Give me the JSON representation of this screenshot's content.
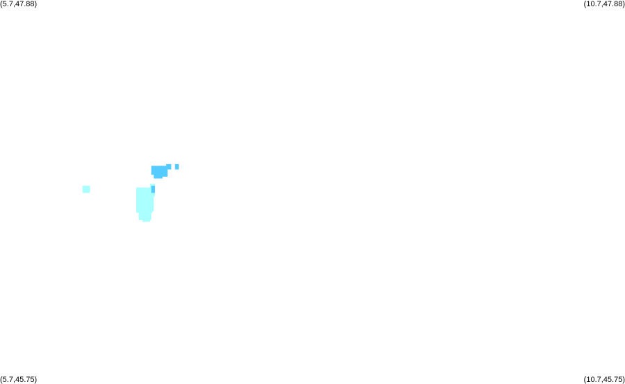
{
  "corners": {
    "top_left": "(5.7,47.88)",
    "top_right": "(10.7,47.88)",
    "bottom_left": "(5.7,45.75)",
    "bottom_right": "(10.7,45.75)"
  },
  "extent": {
    "lon_min": 5.7,
    "lon_max": 10.7,
    "lat_min": 45.75,
    "lat_max": 47.88
  },
  "colors": {
    "pale_cyan": "#aaffff",
    "sky_blue": "#55ccff"
  },
  "clusters": [
    {
      "color": "#aaffff",
      "cells": [
        [
          6.36,
          46.85,
          6.42,
          46.81
        ]
      ]
    },
    {
      "color": "#aaffff",
      "cells": [
        [
          6.79,
          46.84,
          6.92,
          46.7
        ],
        [
          6.81,
          46.81,
          6.91,
          46.66
        ],
        [
          6.84,
          46.72,
          6.9,
          46.65
        ],
        [
          6.88,
          46.82,
          6.93,
          46.71
        ],
        [
          6.9,
          46.86,
          6.94,
          46.79
        ]
      ]
    },
    {
      "color": "#55ccff",
      "cells": [
        [
          6.91,
          46.96,
          7.02,
          46.91
        ],
        [
          6.93,
          46.92,
          7.0,
          46.89
        ],
        [
          6.97,
          46.96,
          7.04,
          46.9
        ],
        [
          7.03,
          46.97,
          7.07,
          46.94
        ],
        [
          7.1,
          46.97,
          7.13,
          46.94
        ],
        [
          6.91,
          46.85,
          6.94,
          46.81
        ]
      ]
    }
  ]
}
